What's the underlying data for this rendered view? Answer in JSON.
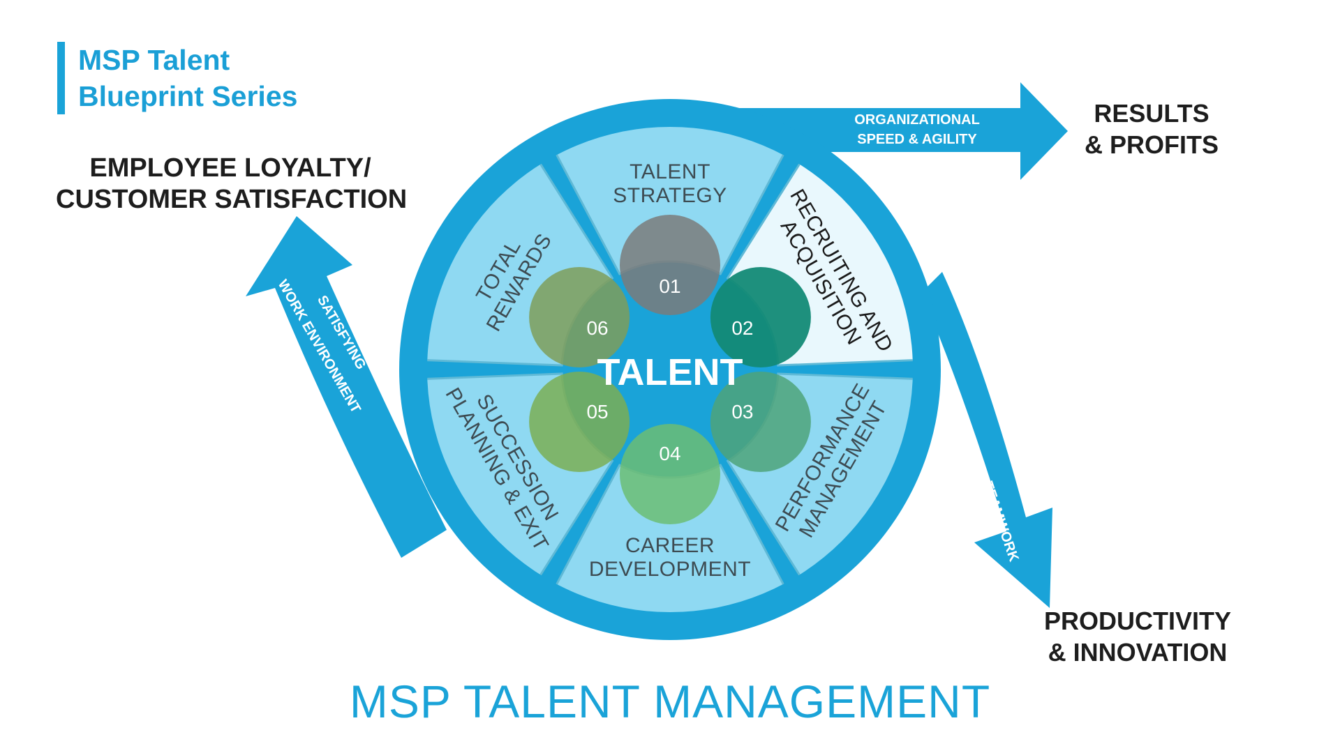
{
  "brand": {
    "line1": "MSP Talent",
    "line2": "Blueprint Series"
  },
  "outcomes": {
    "loyalty": {
      "line1": "EMPLOYEE LOYALTY/",
      "line2": "CUSTOMER SATISFACTION"
    },
    "results": {
      "line1": "RESULTS",
      "line2": "& PROFITS"
    },
    "productivity": {
      "line1": "PRODUCTIVITY",
      "line2": "& INNOVATION"
    }
  },
  "arrows": {
    "agility": {
      "line1": "ORGANIZATIONAL",
      "line2": "SPEED & AGILITY"
    },
    "teamwork": {
      "label": "TEAMWORK"
    },
    "environment": {
      "line1": "SATISFYING",
      "line2": "WORK ENVIRONMENT"
    }
  },
  "center": {
    "label": "TALENT"
  },
  "segments": [
    {
      "num": "01",
      "line1": "TALENT",
      "line2": "STRATEGY"
    },
    {
      "num": "02",
      "line1": "RECRUITING AND",
      "line2": "ACQUISITION"
    },
    {
      "num": "03",
      "line1": "PERFORMANCE",
      "line2": "MANAGEMENT"
    },
    {
      "num": "04",
      "line1": "CAREER",
      "line2": "DEVELOPMENT"
    },
    {
      "num": "05",
      "line1": "SUCCESSION",
      "line2": "PLANNING & EXIT"
    },
    {
      "num": "06",
      "line1": "TOTAL",
      "line2": "REWARDS"
    }
  ],
  "title": "MSP TALENT MANAGEMENT",
  "colors": {
    "brand_blue": "#1aa3d8",
    "segment_fill": "#8fd9f2",
    "segment_highlight": "#e9f8fd",
    "node_01": "#7b7b7b",
    "node_02": "#138a76",
    "node_03": "#4fa37a",
    "node_04": "#6cbd74",
    "node_05": "#7bae55",
    "node_06": "#7f9d5b"
  }
}
